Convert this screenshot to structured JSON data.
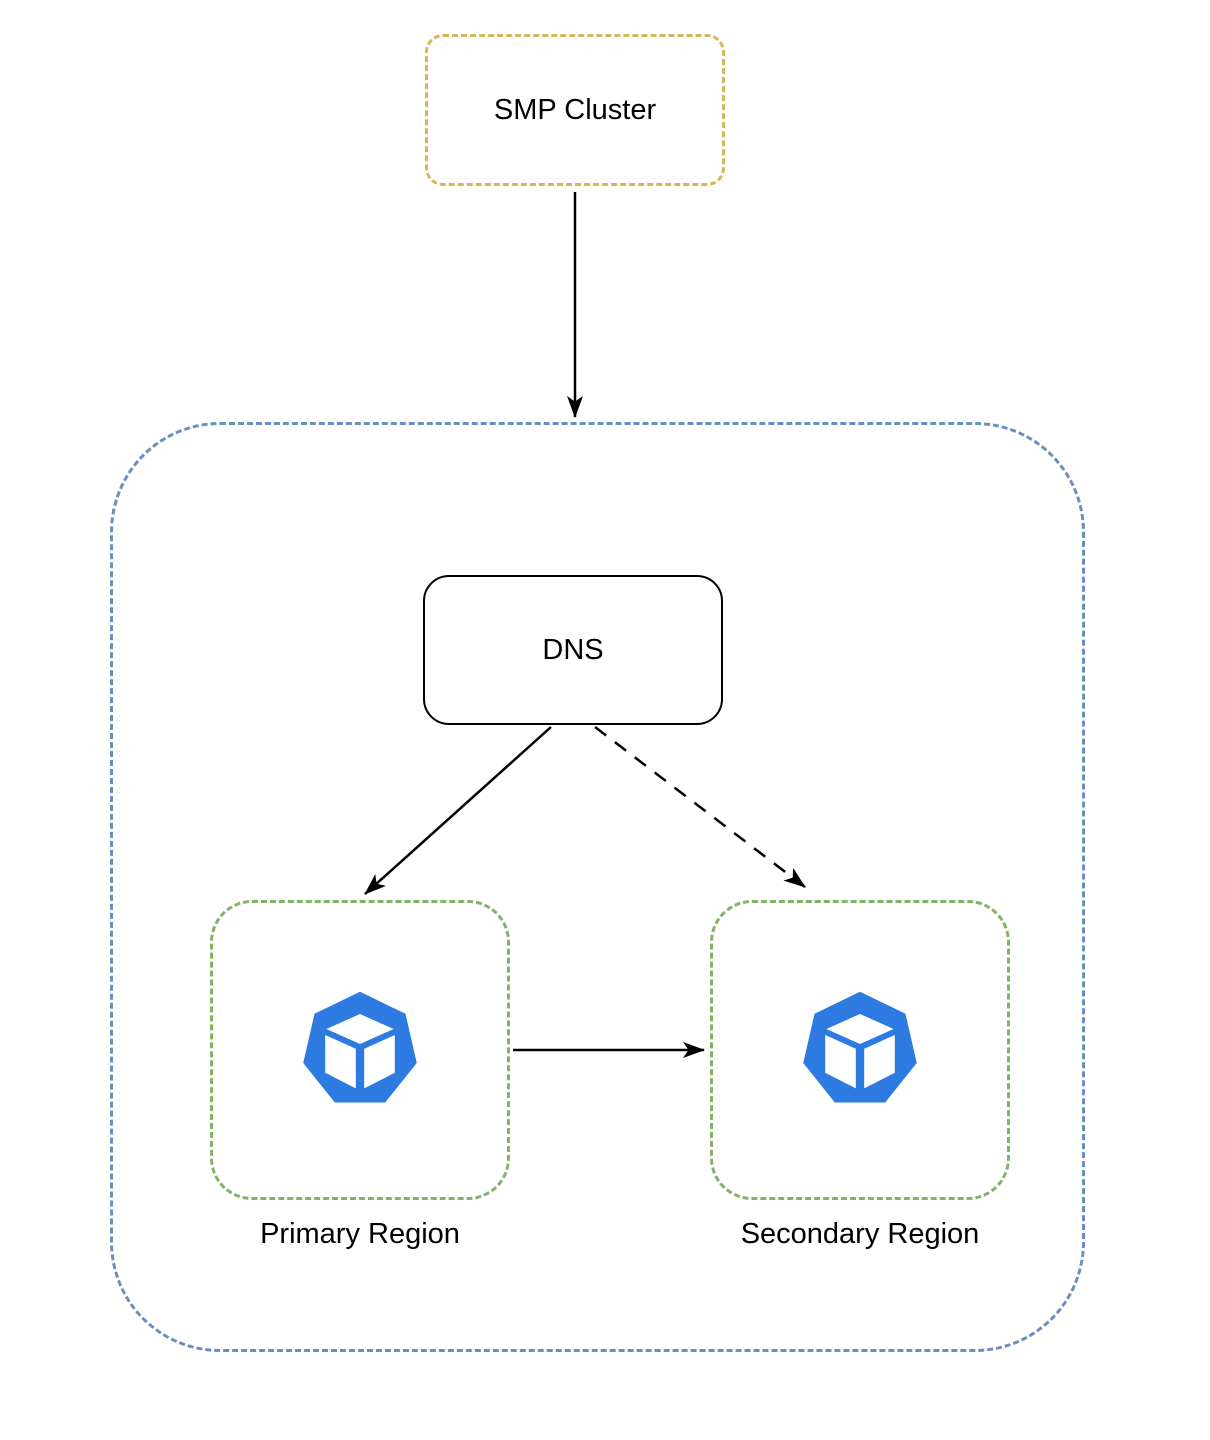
{
  "nodes": {
    "smp_cluster": {
      "label": "SMP Cluster"
    },
    "dns": {
      "label": "DNS"
    },
    "primary_region": {
      "label": "Primary Region"
    },
    "secondary_region": {
      "label": "Secondary Region"
    }
  },
  "edges": [
    {
      "from": "SMP Cluster",
      "to": "region container",
      "style": "solid-arrow"
    },
    {
      "from": "DNS",
      "to": "Primary Region",
      "style": "solid-arrow"
    },
    {
      "from": "DNS",
      "to": "Secondary Region",
      "style": "dashed-arrow"
    },
    {
      "from": "Primary Region",
      "to": "Secondary Region",
      "style": "solid-arrow"
    }
  ],
  "icons": {
    "primary_region": "kubernetes-cluster-icon",
    "secondary_region": "kubernetes-cluster-icon"
  },
  "colors": {
    "smp_border": "#D6B656",
    "container_border": "#6C8EBF",
    "region_border": "#82B366",
    "icon_blue": "#2D7BE0",
    "arrow": "#000000"
  }
}
